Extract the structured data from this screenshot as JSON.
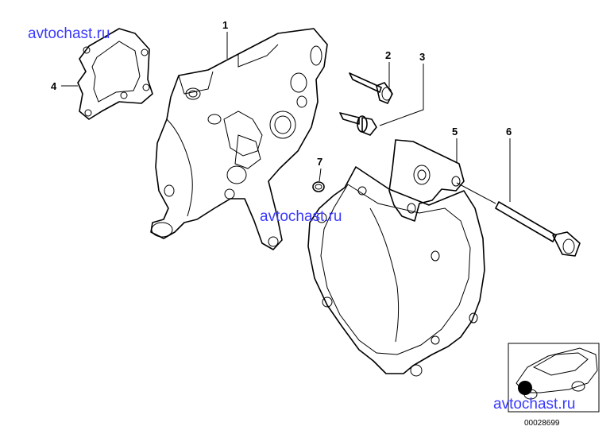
{
  "watermarks": [
    "avtochast.ru",
    "avtochast.ru",
    "avtochast.ru"
  ],
  "callouts": [
    "1",
    "2",
    "3",
    "4",
    "5",
    "6",
    "7"
  ],
  "diagram_code": "00028699",
  "thumbnail": {
    "marker_color": "#000000"
  },
  "watermark_color": "#3a3aff"
}
